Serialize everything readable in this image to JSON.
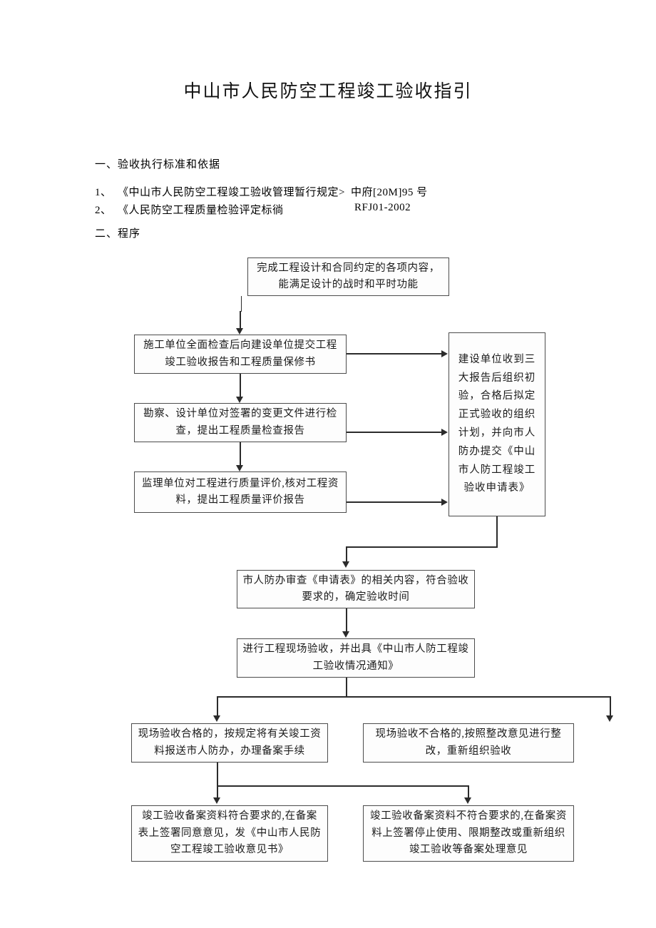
{
  "document": {
    "title": "中山市人民防空工程竣工验收指引",
    "sections": {
      "standards_heading": "一、验收执行标准和依据",
      "procedure_heading": "二、程序"
    },
    "references": [
      {
        "index": "1、",
        "name": "《中山市人民防空工程竣工验收管理暂行规定>",
        "code": "中府[20M]95 号"
      },
      {
        "index": "2、",
        "name": "《人民防空工程质量检验评定标徜",
        "code": "RFJ01-2002"
      }
    ]
  },
  "flowchart": {
    "nodes": {
      "start": "完成工程设计和合同约定的各项内容，能满足设计的战时和平时功能",
      "construction_unit": "施工单位全面检查后向建设单位提交工程竣工验收报告和工程质量保修书",
      "survey_design_unit": "勘察、设计单位对签署的变更文件进行检查，提出工程质量检查报告",
      "supervision_unit": "监理单位对工程进行质量评价,核对工程资料，提出工程质量评价报告",
      "construction_owner": "建设单位收到三大报告后组织初验，合格后拟定正式验收的组织计划，并向市人防办提交《中山市人防工程竣工验收申请表》",
      "civil_defense_review": "市人防办审查《申请表》的相关内容，符合验收要求的，确定验收时间",
      "site_acceptance": "进行工程现场验收，并出具《中山市人防工程竣工验收情况通知》",
      "pass_branch": "现场验收合格的，按规定将有关竣工资料报送市人防办，办理备案手续",
      "fail_branch": "现场验收不合格的,按照整改意见进行整改，重新组织验收",
      "record_pass": "竣工验收备案资料符合要求的,在备案表上签署同意意见，发《中山市人民防空工程竣工验收意见书》",
      "record_fail": "竣工验收备案资料不符合要求的,在备案资料上签署停止使用、限期整改或重新组织竣工验收等备案处理意见"
    }
  }
}
